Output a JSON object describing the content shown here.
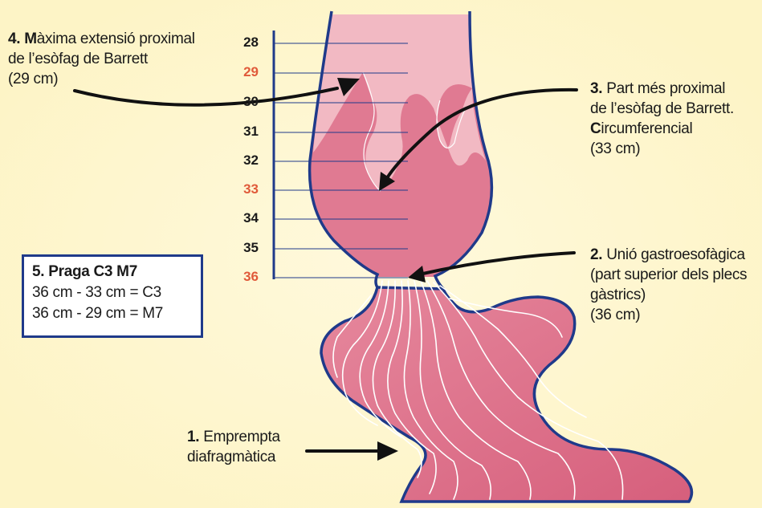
{
  "scale": {
    "ticks": [
      {
        "label": "28",
        "highlight": false
      },
      {
        "label": "29",
        "highlight": true
      },
      {
        "label": "30",
        "highlight": false
      },
      {
        "label": "31",
        "highlight": false
      },
      {
        "label": "32",
        "highlight": false
      },
      {
        "label": "33",
        "highlight": true
      },
      {
        "label": "34",
        "highlight": false
      },
      {
        "label": "35",
        "highlight": false
      },
      {
        "label": "36",
        "highlight": true
      }
    ]
  },
  "labels": {
    "l4": {
      "num": "4.",
      "bold_initial": "M",
      "line1_rest": "àxima extensió proximal",
      "line2": "de l’esòfag de Barrett",
      "line3": "(29 cm)"
    },
    "l3": {
      "num": "3.",
      "line1_rest": " Part més proximal",
      "line2": "de l’esòfag de Barrett.",
      "bold_initial": "C",
      "line3_rest": "ircumferencial",
      "line4": "(33 cm)"
    },
    "l2": {
      "num": "2.",
      "line1_rest": " Unió gastroesofàgica",
      "line2": "(part superior dels plecs",
      "line3": "gàstrics)",
      "line4": "(36 cm)"
    },
    "l1": {
      "num": "1.",
      "line1_rest": " Emprempta",
      "line2": "diafragmàtica"
    }
  },
  "praga": {
    "title": "5. Praga C3 M7",
    "line1": "36 cm - 33 cm = C3",
    "line2": "36 cm - 29 cm = M7"
  },
  "colors": {
    "background": "#fdf4c6",
    "outline": "#1f3a8a",
    "mucosa_light": "#f2b9c3",
    "barrett": "#e07a92",
    "stomach": "#dd6e88",
    "highlight_tick": "#e05a3a"
  }
}
